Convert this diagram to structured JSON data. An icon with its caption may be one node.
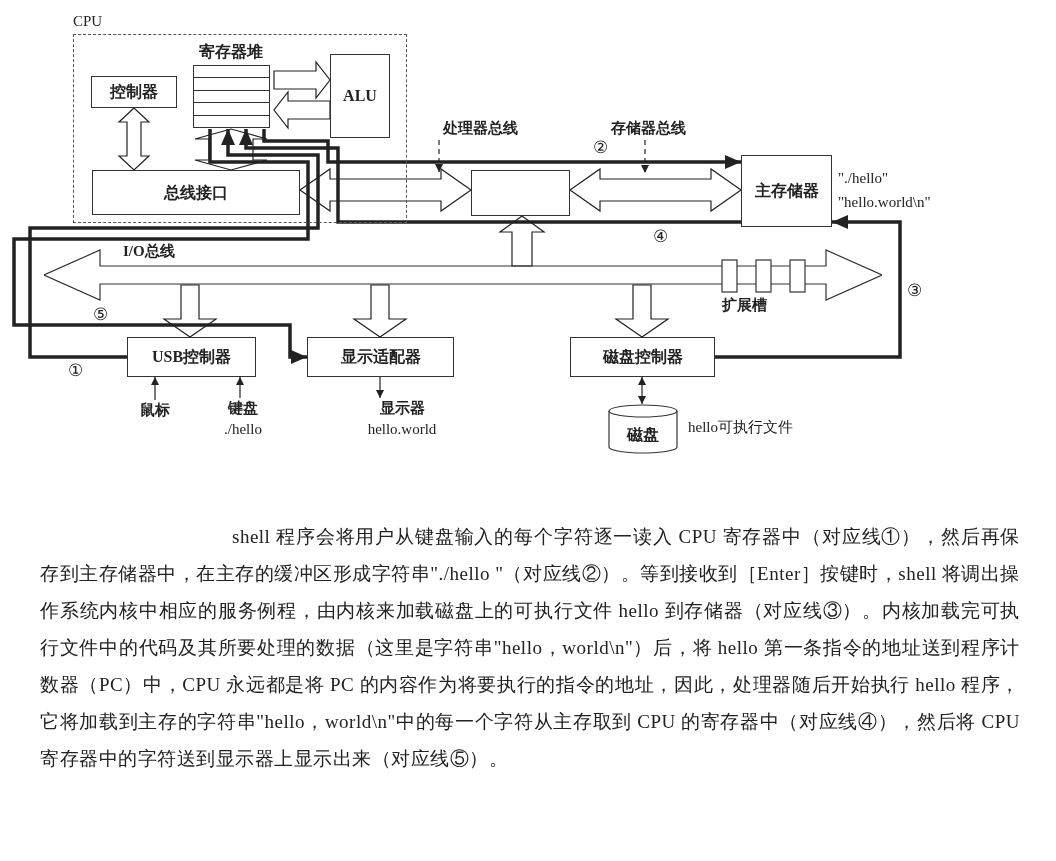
{
  "diagram": {
    "nodes": [
      {
        "text": [
          "CPU"
        ]
      },
      {
        "text": [
          "寄存器堆"
        ],
        "in": 0
      },
      {
        "text": [
          "控制器"
        ],
        "in": 0
      },
      {
        "text": [
          "ALU"
        ],
        "in": 0
      },
      {
        "text": [
          "总线接口"
        ],
        "in": 0
      },
      {
        "text": [
          "处理器总线"
        ]
      },
      {
        "text": [
          "存储器总线"
        ]
      },
      {
        "text": [],
        "shape": "box"
      },
      {
        "text": [
          "主存储器"
        ],
        "beside": [
          "\"./hello\"",
          "\"hello.world\\n\""
        ]
      },
      {
        "text": [
          "I/O总线"
        ]
      },
      {
        "text": [
          "USB控制器"
        ]
      },
      {
        "text": [
          "显示适配器"
        ]
      },
      {
        "text": [
          "磁盘控制器"
        ]
      },
      {
        "text": [
          "鼠标"
        ]
      },
      {
        "text": [
          "键盘",
          "./hello"
        ]
      },
      {
        "text": [
          "显示器",
          "hello.world"
        ]
      },
      {
        "text": [
          "磁盘"
        ],
        "beside": [
          "hello可执行文件"
        ]
      }
    ],
    "edges": [
      {
        "from": 2,
        "to": 4,
        "arrow": "both"
      },
      {
        "from": 1,
        "to": 3,
        "arrow": "to"
      },
      {
        "from": 3,
        "to": 1,
        "arrow": "to"
      },
      {
        "from": 1,
        "to": 4,
        "arrow": "both"
      },
      {
        "from": 4,
        "to": 7,
        "arrow": "both"
      },
      {
        "from": 7,
        "to": 8,
        "arrow": "both"
      },
      {
        "from": 9,
        "to": 7,
        "arrow": "to"
      },
      {
        "from": 9,
        "to": 10,
        "arrow": "to"
      },
      {
        "from": 9,
        "to": 11,
        "arrow": "to"
      },
      {
        "from": 9,
        "to": 12,
        "arrow": "to"
      },
      {
        "from": 13,
        "to": 10,
        "arrow": "to"
      },
      {
        "from": 14,
        "to": 10,
        "arrow": "to"
      },
      {
        "from": 11,
        "to": 15,
        "arrow": "to"
      },
      {
        "from": 12,
        "to": 16,
        "arrow": "both"
      },
      {
        "from": 10,
        "to": 1,
        "arrow": "to",
        "label": "①",
        "style": "thick"
      },
      {
        "from": 1,
        "to": 8,
        "arrow": "to",
        "label": "②",
        "style": "thick"
      },
      {
        "from": 12,
        "to": 8,
        "arrow": "to",
        "label": "③",
        "style": "thick"
      },
      {
        "from": 8,
        "to": 1,
        "arrow": "to",
        "label": "④",
        "style": "thick"
      },
      {
        "from": 1,
        "to": 11,
        "arrow": "to",
        "label": "⑤",
        "style": "thick"
      },
      {
        "from": 5,
        "to": null,
        "arrow": "to",
        "style": "dashed"
      },
      {
        "from": 6,
        "to": null,
        "arrow": "to",
        "style": "dashed"
      }
    ],
    "labels": [
      "扩展槽",
      "shell 程序会将用户从键盘输入的每个字符逐一读入 CPU 寄存器中（对应线①），然后再保存到主存储器中，在主存的缓冲区形成字符串\"./hello \"（对应线②）。等到接收到［Enter］按键时，shell 将调出操作系统内核中相应的服务例程，由内核来加载磁盘上的可执行文件 hello 到存储器（对应线③）。内核加载完可执行文件中的代码及其所要处理的数据（这里是字符串\"hello，world\\n\"）后，将 hello 第一条指令的地址送到程序计数器（PC）中，CPU 永远都是将 PC 的内容作为将要执行的指令的地址，因此，处理器随后开始执行 hello 程序，它将加载到主存的字符串\"hello，world\\n\"中的每一个字符从主存取到 CPU 的寄存器中（对应线④），然后将 CPU 寄存器中的字符送到显示器上显示出来（对应线⑤）。"
    ]
  }
}
